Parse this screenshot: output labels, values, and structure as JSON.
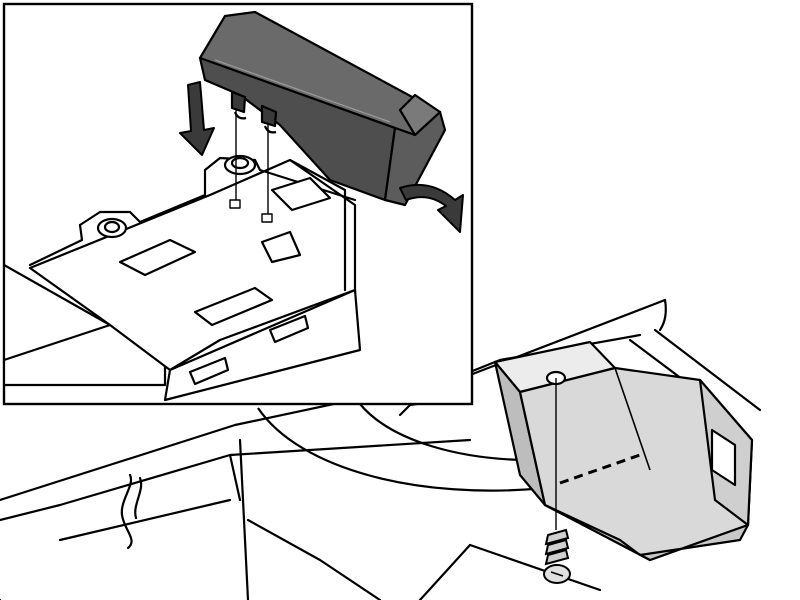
{
  "diagram": {
    "description_visible_text": "",
    "colors": {
      "line": "#000000",
      "background": "#ffffff",
      "part_fill": "#d9d9d9",
      "cover_fill": "#505050",
      "cover_top": "#6e6e6e",
      "arrow_fill": "#3a3a3a"
    },
    "parts": {
      "inset_view": "detail-inset",
      "cover": "snap-on-cover",
      "bracket": "mounting-bracket",
      "screw": "fixing-screw",
      "push_arrow": "push-down-arrow",
      "rotate_arrow": "rotate-arrow",
      "callout": "detail-callout-curve"
    }
  }
}
